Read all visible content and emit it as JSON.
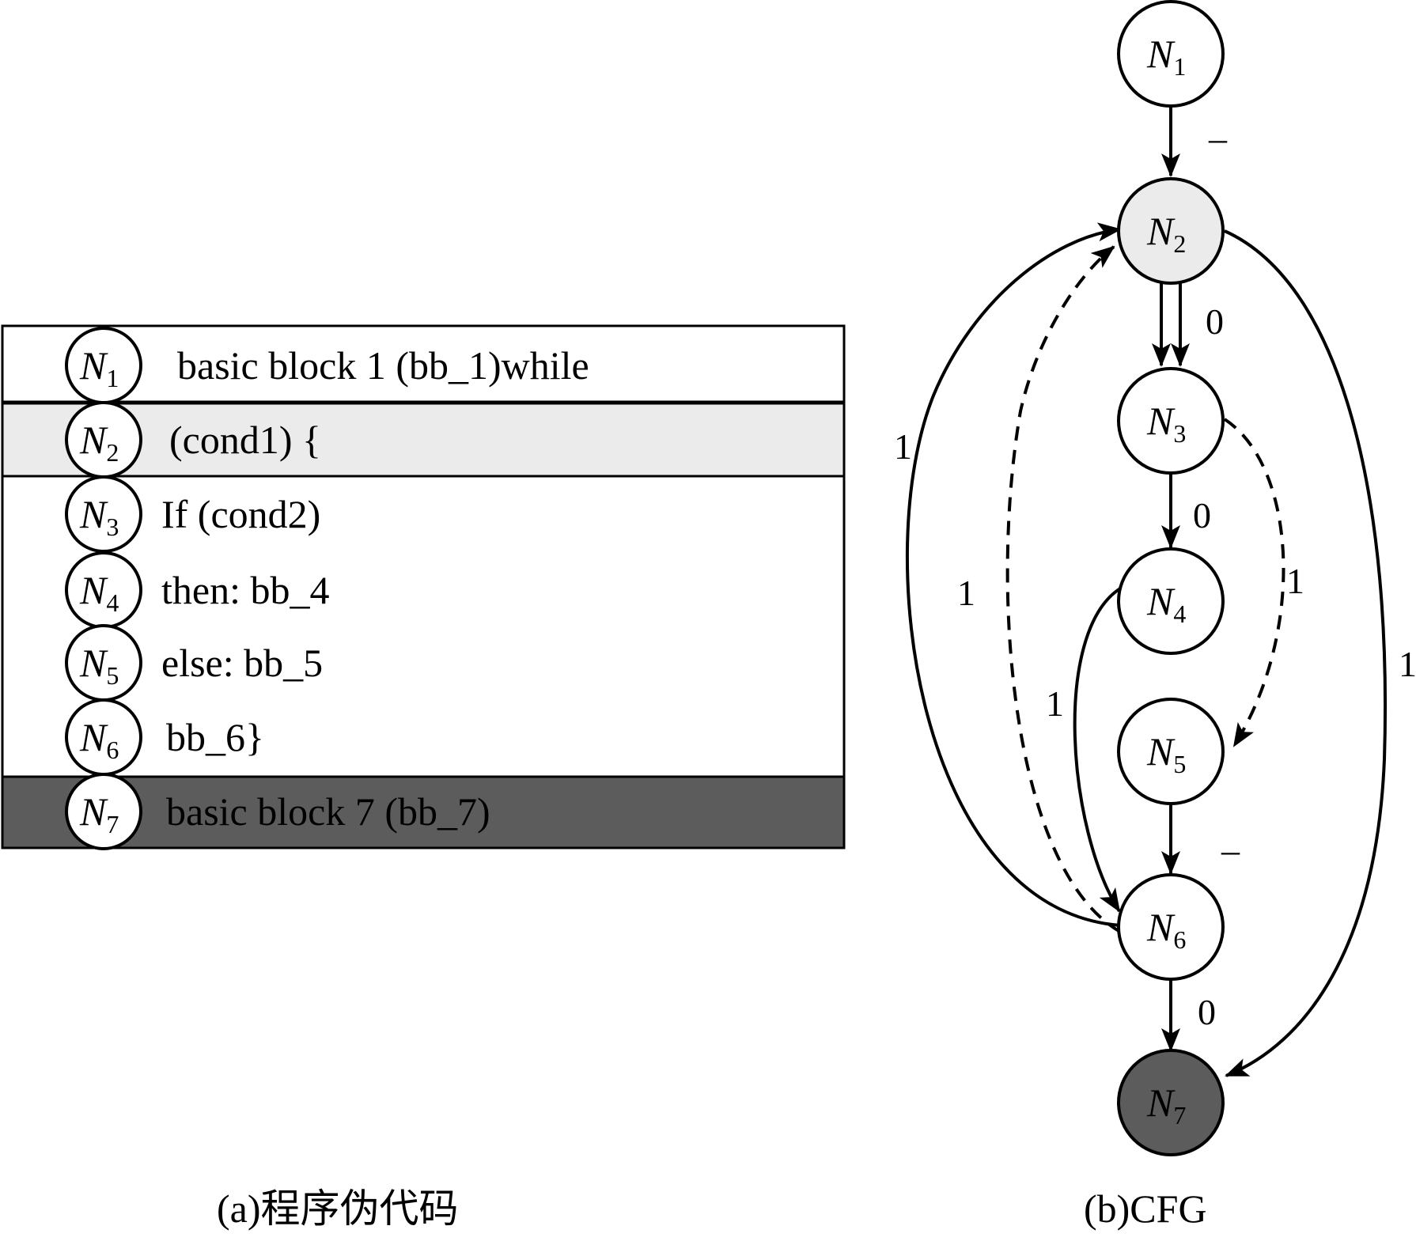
{
  "pseudocode": {
    "rows": [
      {
        "node": "N",
        "sub": "1",
        "code": "basic block 1 (bb_1)while",
        "fill": "#ffffff"
      },
      {
        "node": "N",
        "sub": "2",
        "code": "(cond1) {",
        "fill": "#ebebeb"
      },
      {
        "node": "N",
        "sub": "3",
        "code": "If (cond2)",
        "fill": "#ffffff"
      },
      {
        "node": "N",
        "sub": "4",
        "code": "then: bb_4",
        "fill": "#ffffff"
      },
      {
        "node": "N",
        "sub": "5",
        "code": "else: bb_5",
        "fill": "#ffffff"
      },
      {
        "node": "N",
        "sub": "6",
        "code": "bb_6}",
        "fill": "#ffffff"
      },
      {
        "node": "N",
        "sub": "7",
        "code": "basic block 7 (bb_7)",
        "fill": "#5c5c5c"
      }
    ],
    "caption": "(a)程序伪代码"
  },
  "cfg": {
    "nodes": [
      {
        "id": "N1",
        "label": "N",
        "sub": "1",
        "fill": "#ffffff"
      },
      {
        "id": "N2",
        "label": "N",
        "sub": "2",
        "fill": "#ebebeb"
      },
      {
        "id": "N3",
        "label": "N",
        "sub": "3",
        "fill": "#ffffff"
      },
      {
        "id": "N4",
        "label": "N",
        "sub": "4",
        "fill": "#ffffff"
      },
      {
        "id": "N5",
        "label": "N",
        "sub": "5",
        "fill": "#ffffff"
      },
      {
        "id": "N6",
        "label": "N",
        "sub": "6",
        "fill": "#ffffff"
      },
      {
        "id": "N7",
        "label": "N",
        "sub": "7",
        "fill": "#5c5c5c"
      }
    ],
    "edges": [
      {
        "from": "N1",
        "to": "N2",
        "label": "–",
        "style": "solid"
      },
      {
        "from": "N2",
        "to": "N3",
        "label": "0",
        "style": "solid-double"
      },
      {
        "from": "N3",
        "to": "N4",
        "label": "0",
        "style": "solid"
      },
      {
        "from": "N3",
        "to": "N5",
        "label": "1",
        "style": "dashed"
      },
      {
        "from": "N4",
        "to": "N6",
        "label": "1",
        "style": "solid"
      },
      {
        "from": "N5",
        "to": "N6",
        "label": "–",
        "style": "solid"
      },
      {
        "from": "N6",
        "to": "N2",
        "label": "1",
        "style": "solid"
      },
      {
        "from": "N6",
        "to": "N2",
        "label": "1",
        "style": "dashed"
      },
      {
        "from": "N6",
        "to": "N7",
        "label": "0",
        "style": "solid"
      },
      {
        "from": "N2",
        "to": "N7",
        "label": "1",
        "style": "solid"
      }
    ],
    "caption": "(b)CFG"
  }
}
